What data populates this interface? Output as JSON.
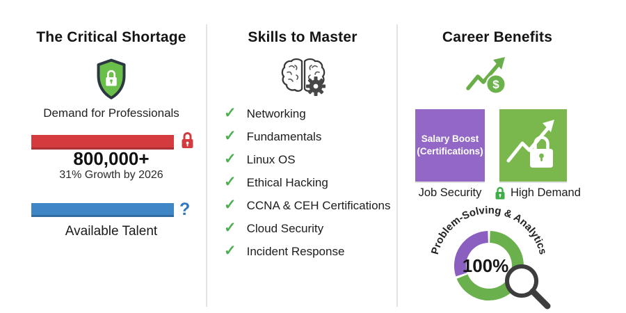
{
  "shortage": {
    "title": "The Critical Shortage",
    "demand_label": "Demand for Professionals",
    "demand_value": "800,000+",
    "growth_note": "31% Growth by 2026",
    "supply_label": "Available Talent",
    "unknown_mark": "?"
  },
  "skills": {
    "title": "Skills to Master",
    "check_glyph": "✓",
    "items": [
      "Networking",
      "Fundamentals",
      "Linux OS",
      "Ethical Hacking",
      "CCNA & CEH Certifications",
      "Cloud Security",
      "Incident Response"
    ]
  },
  "benefits": {
    "title": "Career Benefits",
    "dollar_sign": "$",
    "salary_box_label": "Salary Boost (Certifications)",
    "job_security_label": "Job Security",
    "high_demand_label": "High Demand",
    "donut_percent": "100%",
    "donut_caption": "Problem-Solving & Analytics"
  },
  "colors": {
    "demand_bar_red": "#d43b3e",
    "talent_bar_blue": "#3e86c6",
    "question_blue": "#2e79bd",
    "check_green": "#4caf50",
    "salary_box_purple": "#9267c6",
    "high_demand_green": "#7ab74c",
    "donut_green": "#6ab04c",
    "donut_purple": "#8a5fc0",
    "shield_green": "#6abf4b"
  },
  "chart_data": [
    {
      "type": "bar",
      "orientation": "horizontal",
      "title": "The Critical Shortage",
      "categories": [
        "Demand for Professionals",
        "Available Talent"
      ],
      "value_labels": [
        "800,000+",
        "?"
      ],
      "annotation": "31% Growth by 2026",
      "bar_colors": [
        "#d43b3e",
        "#3e86c6"
      ]
    },
    {
      "type": "pie",
      "style": "donut",
      "title": "Problem-Solving & Analytics",
      "center_label": "100%",
      "legend_position": "none",
      "slices": [
        {
          "name": "green-segment",
          "fraction": 0.68,
          "color": "#6ab04c"
        },
        {
          "name": "purple-segment",
          "fraction": 0.32,
          "color": "#8a5fc0"
        }
      ]
    }
  ]
}
